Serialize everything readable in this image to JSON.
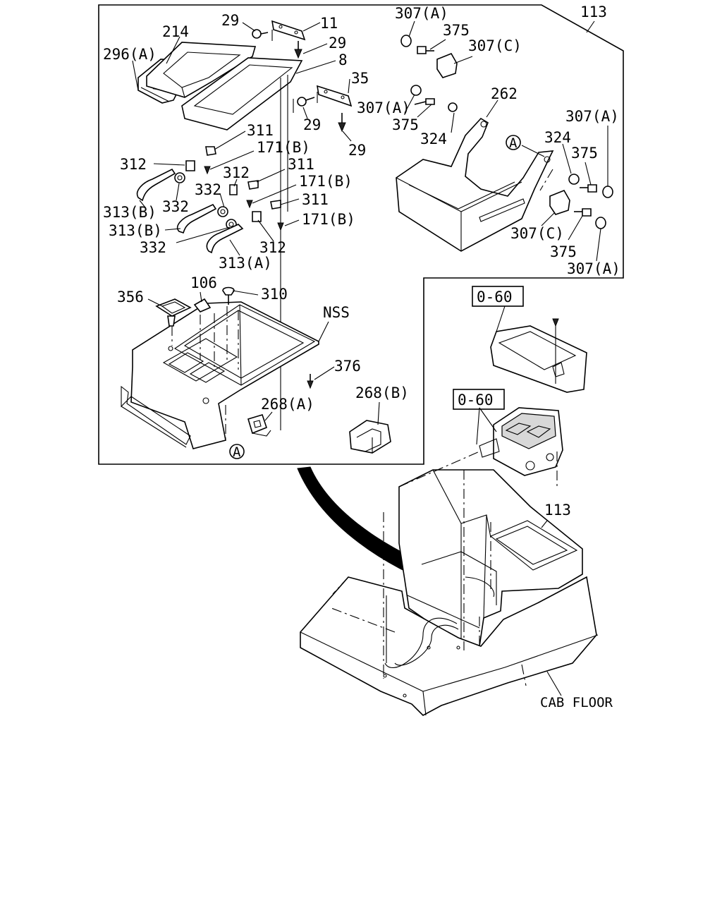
{
  "labels": {
    "l_113_top": "113",
    "l_296a": "296(A)",
    "l_214": "214",
    "l_29_a": "29",
    "l_11": "11",
    "l_29_b": "29",
    "l_8": "8",
    "l_35": "35",
    "l_307a_mid": "307(A)",
    "l_29_c": "29",
    "l_29_d": "29",
    "l_311_a": "311",
    "l_171b_a": "171(B)",
    "l_312_a": "312",
    "l_312_b": "312",
    "l_311_b": "311",
    "l_332_a": "332",
    "l_171b_b": "171(B)",
    "l_332_b": "332",
    "l_311_c": "311",
    "l_313b_a": "313(B)",
    "l_313b_b": "313(B)",
    "l_171b_c": "171(B)",
    "l_332_c": "332",
    "l_312_c": "312",
    "l_313a": "313(A)",
    "l_307a_top": "307(A)",
    "l_375_a": "375",
    "l_307c_top": "307(C)",
    "l_262": "262",
    "l_375_b": "375",
    "l_324_a": "324",
    "l_307a_right": "307(A)",
    "l_324_b": "324",
    "l_375_c": "375",
    "l_307c_bot": "307(C)",
    "l_375_d": "375",
    "l_307a_bot": "307(A)",
    "l_circle_a_right": "A",
    "l_356": "356",
    "l_106": "106",
    "l_310": "310",
    "l_nss": "NSS",
    "l_376": "376",
    "l_268a": "268(A)",
    "l_268b": "268(B)",
    "l_circle_a_left": "A",
    "l_060_top": "0-60",
    "l_060_mid": "0-60",
    "l_113_mid": "113",
    "l_cab_floor": "CAB FLOOR"
  }
}
